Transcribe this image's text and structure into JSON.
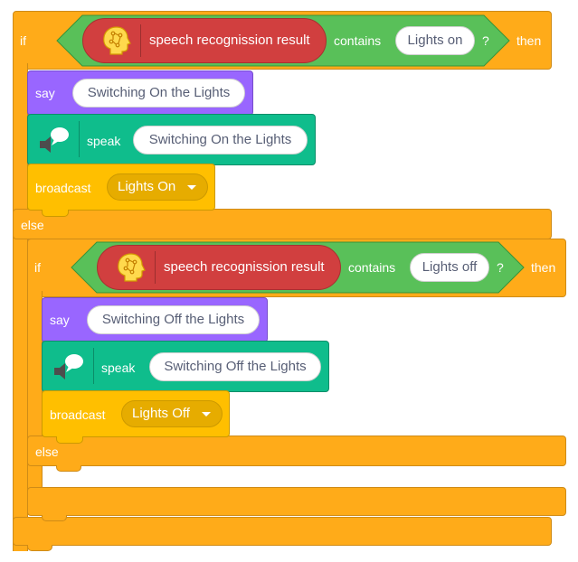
{
  "outer_if": {
    "if_label": "if",
    "then_label": "then",
    "else_label": "else",
    "condition": {
      "reporter_label": "speech recognission result",
      "operator_label": "contains",
      "value": "Lights on",
      "question": "?"
    }
  },
  "then_blocks": {
    "say": {
      "label": "say",
      "value": "Switching On the Lights"
    },
    "speak": {
      "label": "speak",
      "value": "Switching On the Lights"
    },
    "broadcast": {
      "label": "broadcast",
      "value": "Lights On"
    }
  },
  "inner_if": {
    "if_label": "if",
    "then_label": "then",
    "else_label": "else",
    "condition": {
      "reporter_label": "speech recognission result",
      "operator_label": "contains",
      "value": "Lights off",
      "question": "?"
    }
  },
  "inner_then_blocks": {
    "say": {
      "label": "say",
      "value": "Switching Off the Lights"
    },
    "speak": {
      "label": "speak",
      "value": "Switching Off the Lights"
    },
    "broadcast": {
      "label": "broadcast",
      "value": "Lights Off"
    }
  },
  "icons": {
    "speech_recognition": "head-circuit-icon",
    "text_to_speech": "speech-bubble-speaker-icon",
    "dropdown": "caret-down-icon"
  },
  "colors": {
    "control": "#FFAB19",
    "looks": "#9966FF",
    "text_to_speech": "#0FBD8C",
    "events": "#FFBF00",
    "operators": "#59C059",
    "speech_recognition": "#D13F3F"
  }
}
